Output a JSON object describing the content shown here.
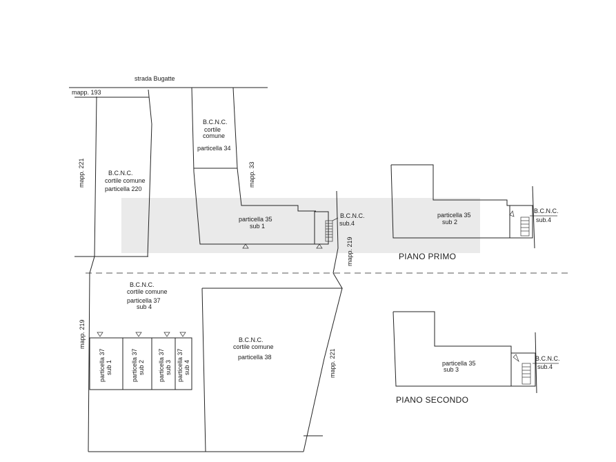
{
  "road": {
    "name": "strada Bugatte"
  },
  "mappali": {
    "m193": "mapp. 193",
    "m221_left": "mapp. 221",
    "m33": "mapp. 33",
    "m219_right": "mapp. 219",
    "m219_left": "mapp. 219",
    "m221_bottom": "mapp. 221"
  },
  "ground_floor": {
    "parcel34": {
      "l1": "B.C.N.C.",
      "l2": "cortile",
      "l3": "comune",
      "l4": "particella 34"
    },
    "parcel220": {
      "l1": "B.C.N.C.",
      "l2": "cortile comune",
      "l3": "particella 220"
    },
    "parcel35": {
      "l1": "particella 35",
      "l2": "sub 1"
    },
    "bcnc_sub4": {
      "l1": "B.C.N.C.",
      "l2": "sub.4"
    },
    "parcel37": {
      "l1": "B.C.N.C.",
      "l2": "cortile comune",
      "l3": "particella 37",
      "l4": "sub 4"
    },
    "parcel38": {
      "l1": "B.C.N.C.",
      "l2": "cortile comune",
      "l3": "particella 38"
    },
    "units": [
      {
        "l1": "particella 37",
        "l2": "sub 1"
      },
      {
        "l1": "particella 37",
        "l2": "sub 2"
      },
      {
        "l1": "particella 37",
        "l2": "sub 3"
      },
      {
        "l1": "particella 37",
        "l2": "sub 4"
      }
    ]
  },
  "first_floor": {
    "title": "PIANO PRIMO",
    "parcel": {
      "l1": "particella 35",
      "l2": "sub 2"
    },
    "bcnc": {
      "l1": "B.C.N.C.",
      "l2": "sub.4"
    }
  },
  "second_floor": {
    "title": "PIANO SECONDO",
    "parcel": {
      "l1": "particella 35",
      "l2": "sub 3"
    },
    "bcnc": {
      "l1": "B.C.N.C.",
      "l2": "sub.4"
    }
  }
}
